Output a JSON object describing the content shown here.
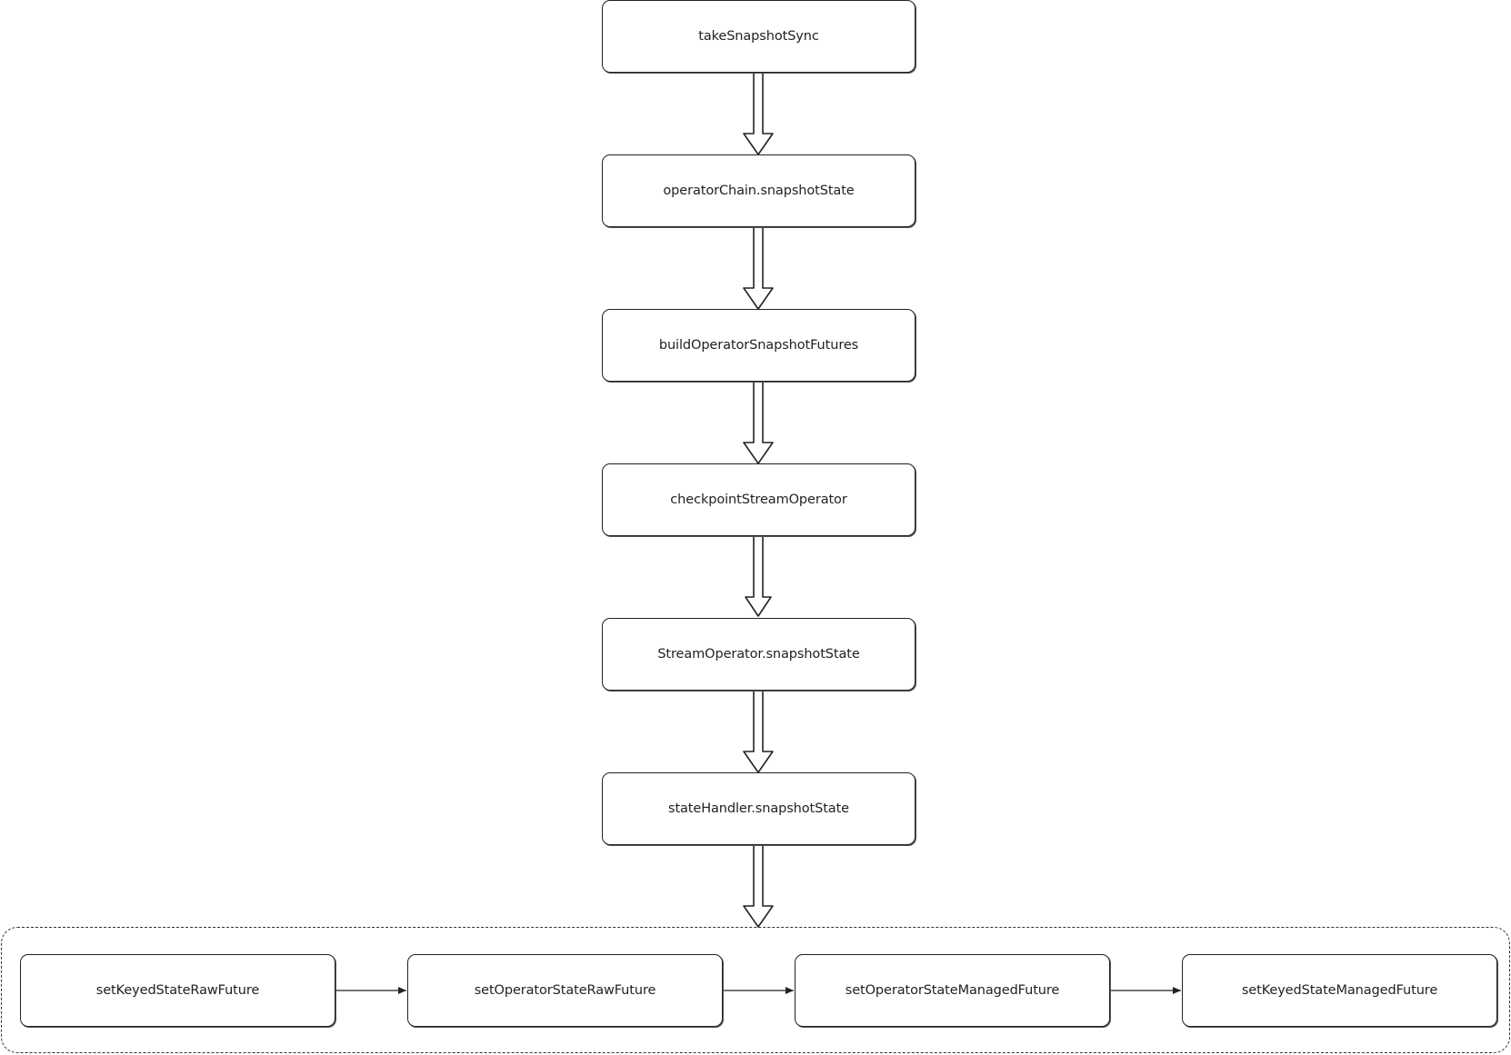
{
  "diagram": {
    "chain": [
      {
        "id": "takeSnapshotSync",
        "label": "takeSnapshotSync"
      },
      {
        "id": "operatorChain-snapshotState",
        "label": "operatorChain.snapshotState"
      },
      {
        "id": "buildOperatorSnapshotFutures",
        "label": "buildOperatorSnapshotFutures"
      },
      {
        "id": "checkpointStreamOperator",
        "label": "checkpointStreamOperator"
      },
      {
        "id": "StreamOperator-snapshotState",
        "label": "StreamOperator.snapshotState"
      },
      {
        "id": "stateHandler-snapshotState",
        "label": "stateHandler.snapshotState"
      }
    ],
    "group": {
      "items": [
        {
          "id": "setKeyedStateRawFuture",
          "label": "setKeyedStateRawFuture"
        },
        {
          "id": "setOperatorStateRawFuture",
          "label": "setOperatorStateRawFuture"
        },
        {
          "id": "setOperatorStateManagedFuture",
          "label": "setOperatorStateManagedFuture"
        },
        {
          "id": "setKeyedStateManagedFuture",
          "label": "setKeyedStateManagedFuture"
        }
      ]
    },
    "colors": {
      "stroke": "#222222",
      "background": "#ffffff"
    }
  }
}
